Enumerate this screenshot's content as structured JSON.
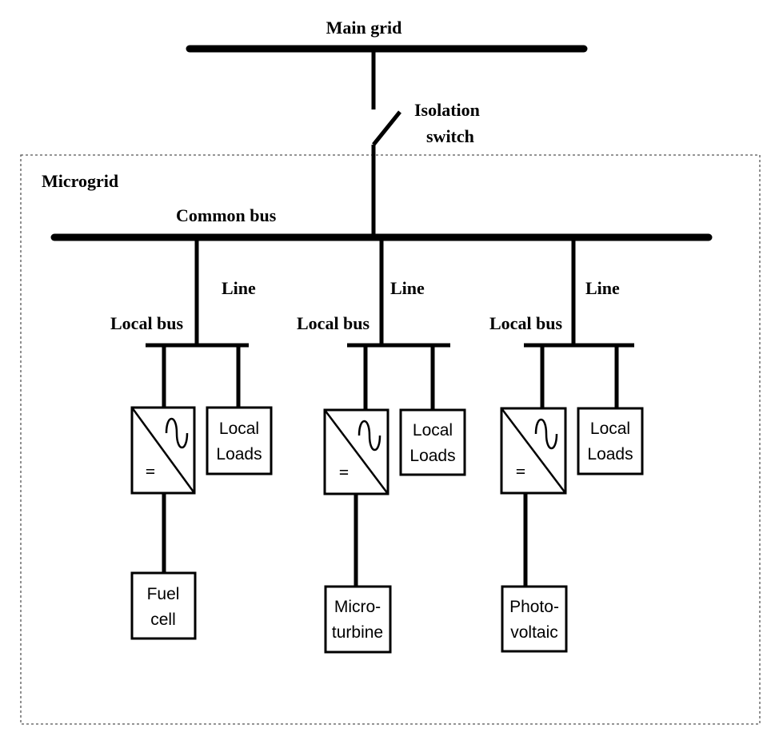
{
  "labels": {
    "main_grid": "Main grid",
    "isolation_switch_line1": "Isolation",
    "isolation_switch_line2": "switch",
    "microgrid": "Microgrid",
    "common_bus": "Common bus"
  },
  "branches": [
    {
      "line_label": "Line",
      "local_bus_label": "Local bus",
      "loads_line1": "Local",
      "loads_line2": "Loads",
      "converter_symbol": "=",
      "source_line1": "Fuel",
      "source_line2": "cell"
    },
    {
      "line_label": "Line",
      "local_bus_label": "Local bus",
      "loads_line1": "Local",
      "loads_line2": "Loads",
      "converter_symbol": "=",
      "source_line1": "Micro-",
      "source_line2": "turbine"
    },
    {
      "line_label": "Line",
      "local_bus_label": "Local bus",
      "loads_line1": "Local",
      "loads_line2": "Loads",
      "converter_symbol": "=",
      "source_line1": "Photo-",
      "source_line2": "voltaic"
    }
  ]
}
